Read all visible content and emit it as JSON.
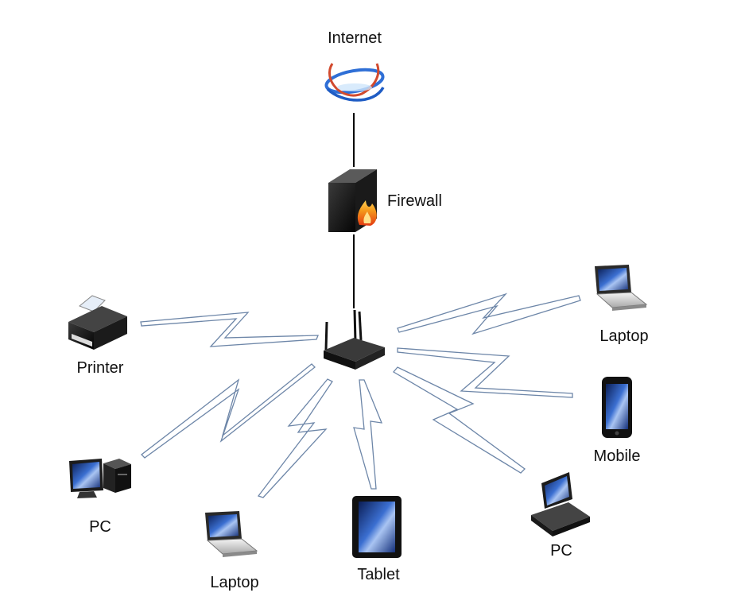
{
  "diagram": {
    "nodes": {
      "internet": {
        "label": "Internet",
        "icon": "internet-globe-icon"
      },
      "firewall": {
        "label": "Firewall",
        "icon": "firewall-icon"
      },
      "router": {
        "label": "",
        "icon": "wireless-router-icon"
      },
      "printer": {
        "label": "Printer",
        "icon": "printer-icon"
      },
      "laptop_right": {
        "label": "Laptop",
        "icon": "laptop-icon"
      },
      "mobile": {
        "label": "Mobile",
        "icon": "mobile-phone-icon"
      },
      "pc_left": {
        "label": "PC",
        "icon": "desktop-pc-icon"
      },
      "laptop_bottom": {
        "label": "Laptop",
        "icon": "laptop-icon"
      },
      "tablet": {
        "label": "Tablet",
        "icon": "tablet-icon"
      },
      "pc_right": {
        "label": "PC",
        "icon": "desktop-pc-icon"
      }
    },
    "connections": [
      {
        "from": "internet",
        "to": "firewall",
        "type": "wired"
      },
      {
        "from": "firewall",
        "to": "router",
        "type": "wired"
      },
      {
        "from": "router",
        "to": "printer",
        "type": "wireless"
      },
      {
        "from": "router",
        "to": "laptop_right",
        "type": "wireless"
      },
      {
        "from": "router",
        "to": "mobile",
        "type": "wireless"
      },
      {
        "from": "router",
        "to": "pc_left",
        "type": "wireless"
      },
      {
        "from": "router",
        "to": "laptop_bottom",
        "type": "wireless"
      },
      {
        "from": "router",
        "to": "tablet",
        "type": "wireless"
      },
      {
        "from": "router",
        "to": "pc_right",
        "type": "wireless"
      }
    ],
    "colors": {
      "wireless_link": "#6d86a8",
      "wired_link": "#000000",
      "screen_blue": "#1d3f8a",
      "flame": "#f07a1a"
    }
  }
}
